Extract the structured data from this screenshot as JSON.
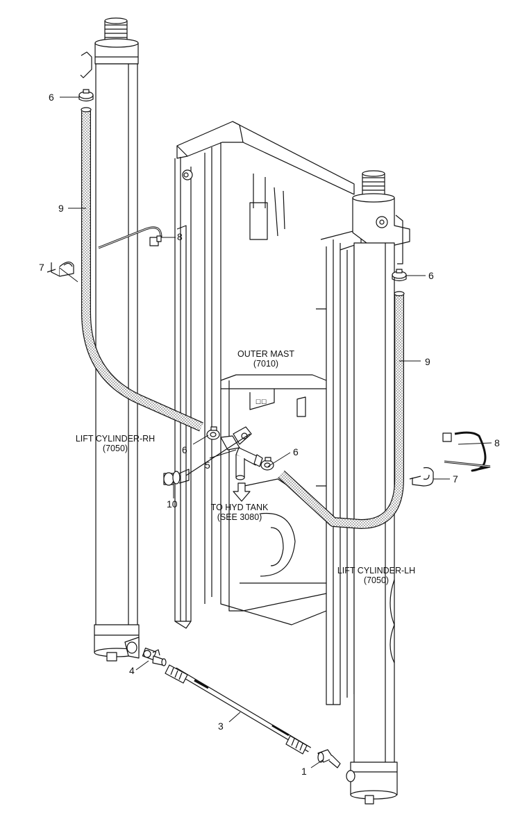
{
  "callouts": {
    "n1": "1",
    "n3": "3",
    "n4": "4",
    "n5": "5",
    "n6a": "6",
    "n6b": "6",
    "n6c": "6",
    "n6d": "6",
    "n7a": "7",
    "n7b": "7",
    "n8a": "8",
    "n8b": "8",
    "n9a": "9",
    "n9b": "9",
    "n10": "10"
  },
  "captions": {
    "outer_mast": {
      "line1": "OUTER MAST",
      "line2": "(7010)"
    },
    "lift_rh": {
      "line1": "LIFT CYLINDER-RH",
      "line2": "(7050)"
    },
    "lift_lh": {
      "line1": "LIFT CYLINDER-LH",
      "line2": "(7050)"
    },
    "hyd_tank": {
      "line1": "TO HYD TANK",
      "line2": "(SEE 3080)"
    }
  }
}
